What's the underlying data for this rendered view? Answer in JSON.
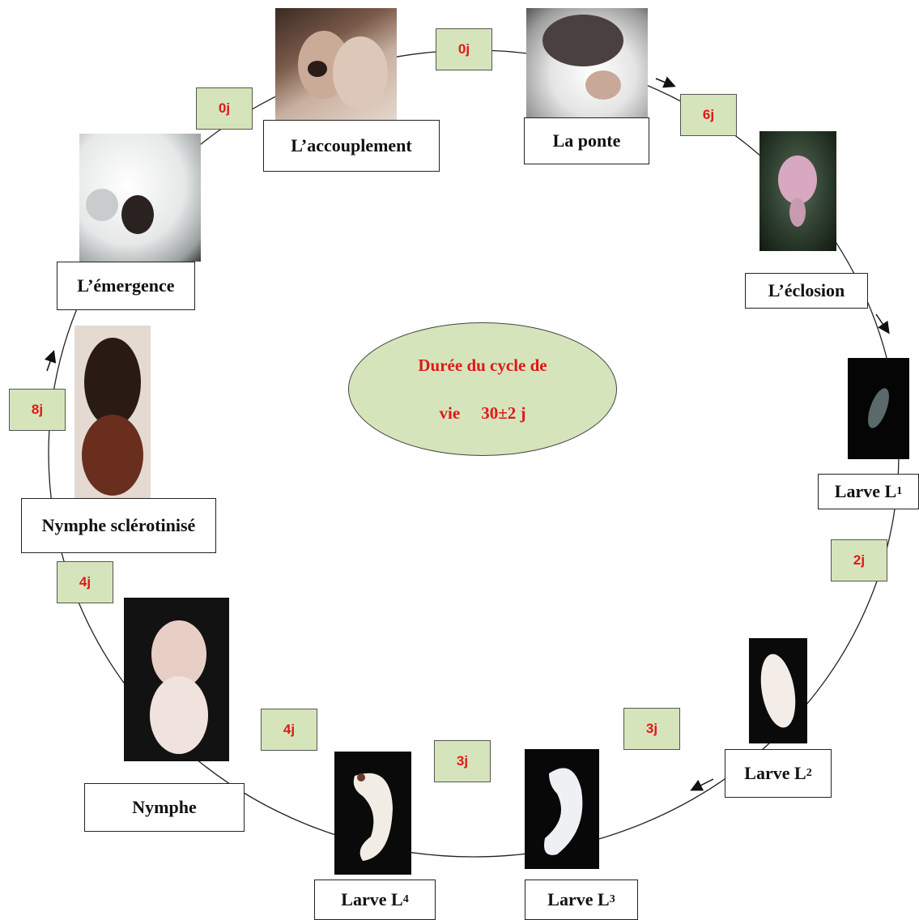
{
  "center": {
    "line1": "Durée du cycle de",
    "line2_prefix": "vie",
    "line2_value": "30±2 j"
  },
  "stages": {
    "accouplement": "L’accouplement",
    "ponte": "La ponte",
    "eclosion": "L’éclosion",
    "larve_l1": {
      "text": "Larve L",
      "sub": "1"
    },
    "larve_l2": {
      "text": "Larve L",
      "sub": "2"
    },
    "larve_l3": {
      "text": "Larve L",
      "sub": "3"
    },
    "larve_l4": {
      "text": "Larve L",
      "sub": "4"
    },
    "nymphe": "Nymphe",
    "nymphe_sclerotinise": "Nymphe sclérotinisé",
    "emergence": "L’émergence"
  },
  "durations": {
    "ponte": "0j",
    "emergence": "0j",
    "eclosion": "6j",
    "l1_l2": "2j",
    "l2_l3": "3j",
    "l3_l4": "3j",
    "l4_nymphe": "4j",
    "nymphe_sclero": "4j",
    "sclero_emergence": "8j"
  },
  "colors": {
    "duration_fill": "#d6e4bb",
    "duration_text": "#e01818",
    "center_fill": "#d6e4bb",
    "center_text": "#e01818"
  }
}
